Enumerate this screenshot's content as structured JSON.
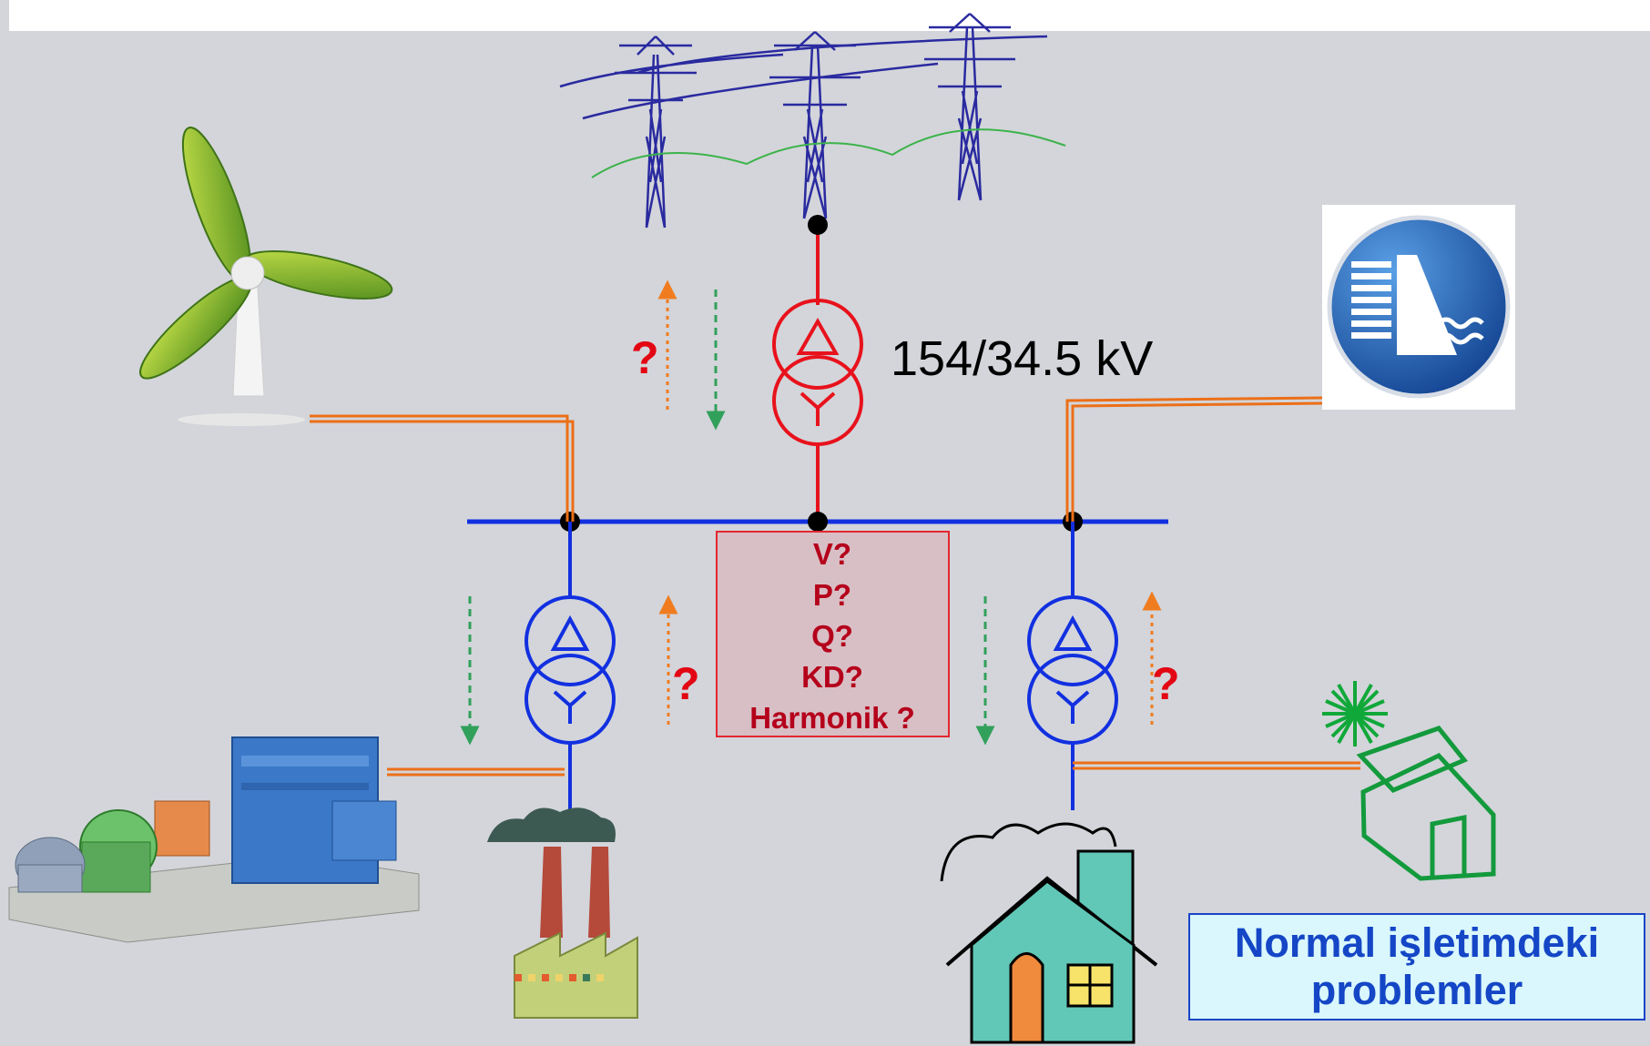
{
  "transformer_rating": "154/34.5 kV",
  "question_mark": "?",
  "measurements": [
    "V?",
    "P?",
    "Q?",
    "KD?",
    "Harmonik ?"
  ],
  "note": {
    "line1": "Normal işletimdeki",
    "line2": "problemler"
  },
  "icons": {
    "transmission": "transmission-tower-icon",
    "wind": "wind-turbine-icon",
    "hydro": "hydro-dam-icon",
    "motor": "industrial-motor-icon",
    "factory": "factory-icon",
    "house": "house-icon",
    "solar_house": "solar-house-icon"
  },
  "colors": {
    "hv_line": "#e8121c",
    "mv_bus": "#1230e0",
    "feeder": "#ec6f17",
    "arrow_up": "#f07c1f",
    "arrow_down": "#31a05a",
    "question": "#e30613",
    "background": "#d3d5da"
  }
}
